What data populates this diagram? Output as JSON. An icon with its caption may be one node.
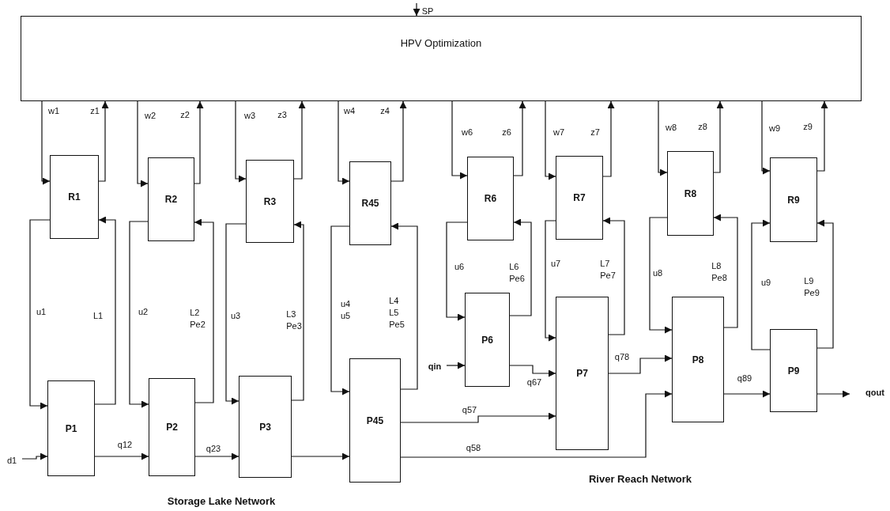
{
  "diagram": {
    "nodes": [
      {
        "text": [
          "HPV Optimization"
        ]
      },
      {
        "text": [
          "R1"
        ]
      },
      {
        "text": [
          "R2"
        ]
      },
      {
        "text": [
          "R3"
        ]
      },
      {
        "text": [
          "R45"
        ]
      },
      {
        "text": [
          "R6"
        ]
      },
      {
        "text": [
          "R7"
        ]
      },
      {
        "text": [
          "R8"
        ]
      },
      {
        "text": [
          "R9"
        ]
      },
      {
        "text": [
          "P1"
        ]
      },
      {
        "text": [
          "P2"
        ]
      },
      {
        "text": [
          "P3"
        ]
      },
      {
        "text": [
          "P45"
        ]
      },
      {
        "text": [
          "P6"
        ]
      },
      {
        "text": [
          "P7"
        ]
      },
      {
        "text": [
          "P8"
        ]
      },
      {
        "text": [
          "P9"
        ]
      }
    ],
    "edges": [
      {
        "from": null,
        "to": 0,
        "arrow": "to",
        "label": "SP"
      },
      {
        "from": 0,
        "to": 1,
        "arrow": "to",
        "label": "w1"
      },
      {
        "from": 1,
        "to": 0,
        "arrow": "to",
        "label": "z1"
      },
      {
        "from": 1,
        "to": 9,
        "arrow": "to",
        "label": "u1"
      },
      {
        "from": 9,
        "to": 1,
        "arrow": "to",
        "label": "L1"
      },
      {
        "from": 0,
        "to": 2,
        "arrow": "to",
        "label": "w2"
      },
      {
        "from": 2,
        "to": 0,
        "arrow": "to",
        "label": "z2"
      },
      {
        "from": 2,
        "to": 10,
        "arrow": "to",
        "label": "u2"
      },
      {
        "from": 10,
        "to": 2,
        "arrow": "to",
        "label": "L2 Pe2"
      },
      {
        "from": 0,
        "to": 3,
        "arrow": "to",
        "label": "w3"
      },
      {
        "from": 3,
        "to": 0,
        "arrow": "to",
        "label": "z3"
      },
      {
        "from": 3,
        "to": 11,
        "arrow": "to",
        "label": "u3"
      },
      {
        "from": 11,
        "to": 3,
        "arrow": "to",
        "label": "L3 Pe3"
      },
      {
        "from": 0,
        "to": 4,
        "arrow": "to",
        "label": "w4"
      },
      {
        "from": 4,
        "to": 0,
        "arrow": "to",
        "label": "z4"
      },
      {
        "from": 4,
        "to": 12,
        "arrow": "to",
        "label": "u4 u5"
      },
      {
        "from": 12,
        "to": 4,
        "arrow": "to",
        "label": "L4 L5 Pe5"
      },
      {
        "from": 0,
        "to": 5,
        "arrow": "to",
        "label": "w6"
      },
      {
        "from": 5,
        "to": 0,
        "arrow": "to",
        "label": "z6"
      },
      {
        "from": 5,
        "to": 13,
        "arrow": "to",
        "label": "u6"
      },
      {
        "from": 13,
        "to": 5,
        "arrow": "to",
        "label": "L6 Pe6"
      },
      {
        "from": 0,
        "to": 6,
        "arrow": "to",
        "label": "w7"
      },
      {
        "from": 6,
        "to": 0,
        "arrow": "to",
        "label": "z7"
      },
      {
        "from": 6,
        "to": 14,
        "arrow": "to",
        "label": "u7"
      },
      {
        "from": 14,
        "to": 6,
        "arrow": "to",
        "label": "L7 Pe7"
      },
      {
        "from": 0,
        "to": 7,
        "arrow": "to",
        "label": "w8"
      },
      {
        "from": 7,
        "to": 0,
        "arrow": "to",
        "label": "z8"
      },
      {
        "from": 7,
        "to": 15,
        "arrow": "to",
        "label": "u8"
      },
      {
        "from": 15,
        "to": 7,
        "arrow": "to",
        "label": "L8 Pe8"
      },
      {
        "from": 0,
        "to": 8,
        "arrow": "to",
        "label": "w9"
      },
      {
        "from": 8,
        "to": 0,
        "arrow": "to",
        "label": "z9"
      },
      {
        "from": 16,
        "to": 8,
        "arrow": "to",
        "label": "u9"
      },
      {
        "from": 16,
        "to": 8,
        "arrow": "to",
        "label": "L9 Pe9"
      },
      {
        "from": null,
        "to": 9,
        "arrow": "to",
        "label": "d1"
      },
      {
        "from": 9,
        "to": 10,
        "arrow": "to",
        "label": "q12"
      },
      {
        "from": 10,
        "to": 11,
        "arrow": "to",
        "label": "q23"
      },
      {
        "from": 11,
        "to": 12,
        "arrow": "to"
      },
      {
        "from": 12,
        "to": 14,
        "arrow": "to",
        "label": "q57"
      },
      {
        "from": 12,
        "to": 15,
        "arrow": "to",
        "label": "q58"
      },
      {
        "from": null,
        "to": 13,
        "arrow": "to",
        "label": "qin"
      },
      {
        "from": 13,
        "to": 14,
        "arrow": "to",
        "label": "q67"
      },
      {
        "from": 14,
        "to": 15,
        "arrow": "to",
        "label": "q78"
      },
      {
        "from": 15,
        "to": 16,
        "arrow": "to",
        "label": "q89"
      },
      {
        "from": 16,
        "to": null,
        "arrow": "to",
        "label": "qout"
      }
    ],
    "labels": [
      "Storage Lake Network",
      "River Reach Network"
    ]
  }
}
